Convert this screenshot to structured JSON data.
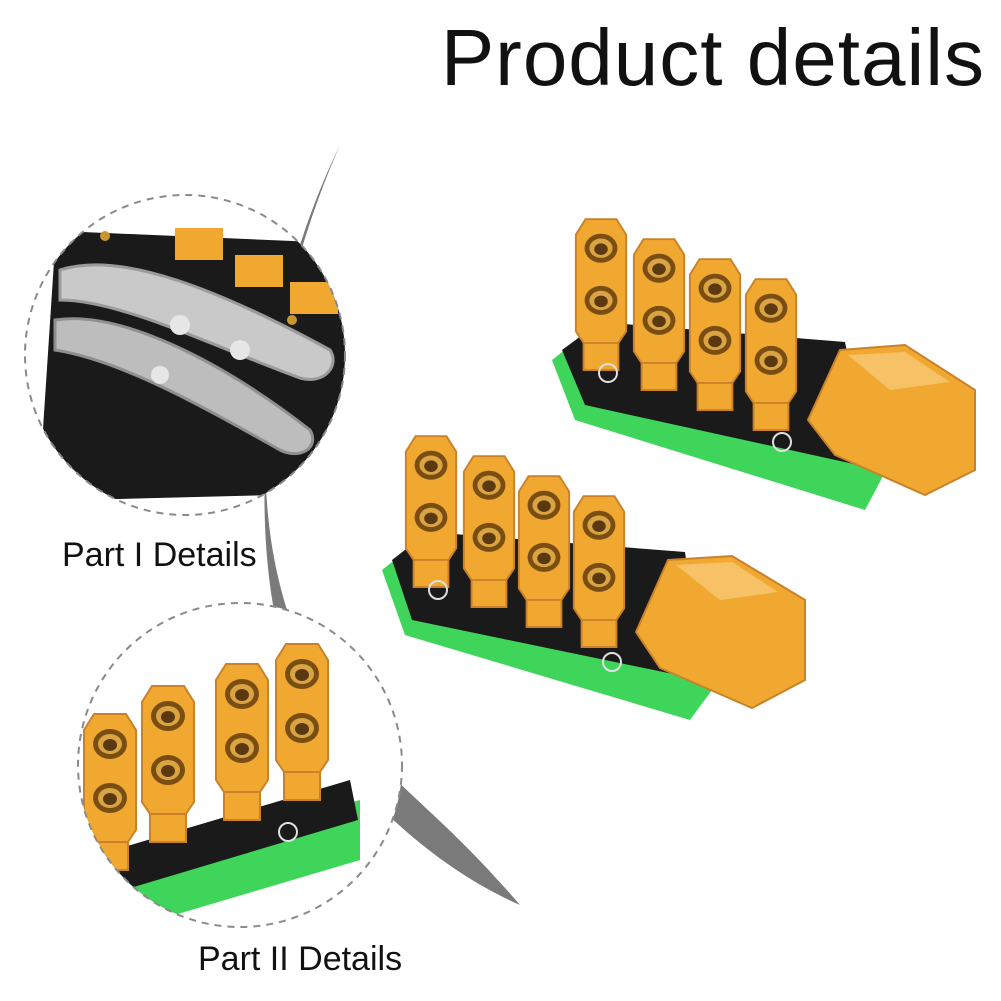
{
  "title": "Product details",
  "captions": {
    "part_1": "Part I Details",
    "part_2": "Part II Details"
  },
  "colors": {
    "connector_yellow": "#f0a830",
    "connector_shade": "#c9822a",
    "brass": "#c8962f",
    "pcb_black": "#1a1a1a",
    "case_green": "#3fd45a",
    "solder_silver": "#c9c9c9",
    "swoosh_gray": "#7a7a7a",
    "dashed_circle": "#8a8a8a"
  }
}
